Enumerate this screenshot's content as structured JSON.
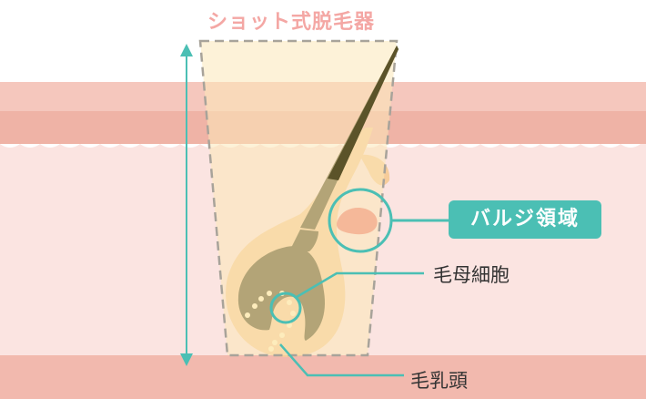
{
  "title": "ショット式脱毛器",
  "labels": {
    "bulge": "バルジ領域",
    "matrix_cells": "毛母細胞",
    "papilla": "毛乳頭"
  },
  "colors": {
    "skin_top": "#f5c7bd",
    "skin_band": "#efb3a6",
    "dermis": "#fbe4e1",
    "bottom_band": "#f2b9ae",
    "light_column": "#fbe8b8",
    "hair": "#5b5329",
    "follicle": "#f6cc9a",
    "gland": "#ee7f74",
    "accent": "#4bbfb4",
    "title": "#f4a7a4",
    "dots": "#fff2c2"
  }
}
